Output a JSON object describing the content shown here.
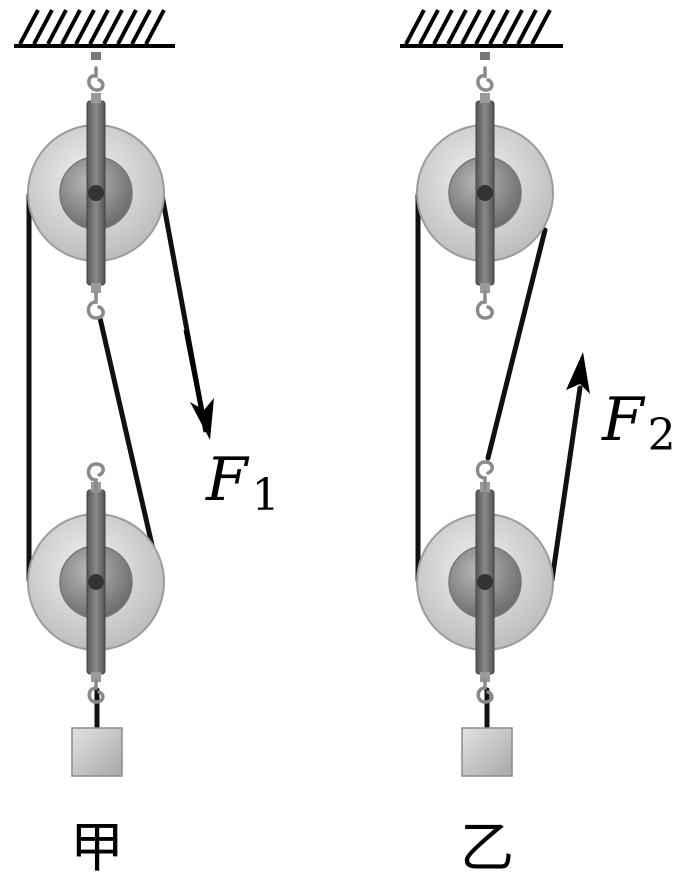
{
  "diagrams": [
    {
      "id": "jia",
      "caption": "甲",
      "force_symbol": "F",
      "force_subscript": "1",
      "force_direction": "downward-right"
    },
    {
      "id": "yi",
      "caption": "乙",
      "force_symbol": "F",
      "force_subscript": "2",
      "force_direction": "upward-right"
    }
  ],
  "colors": {
    "rope": "#111111",
    "pulley_outer": "#d2d2d2",
    "pulley_mid": "#a2a2a2",
    "pulley_hub": "#8a8a8a",
    "frame": "#6f6f6f",
    "hook": "#7a7a7a",
    "weight": "#c8c8c8"
  }
}
